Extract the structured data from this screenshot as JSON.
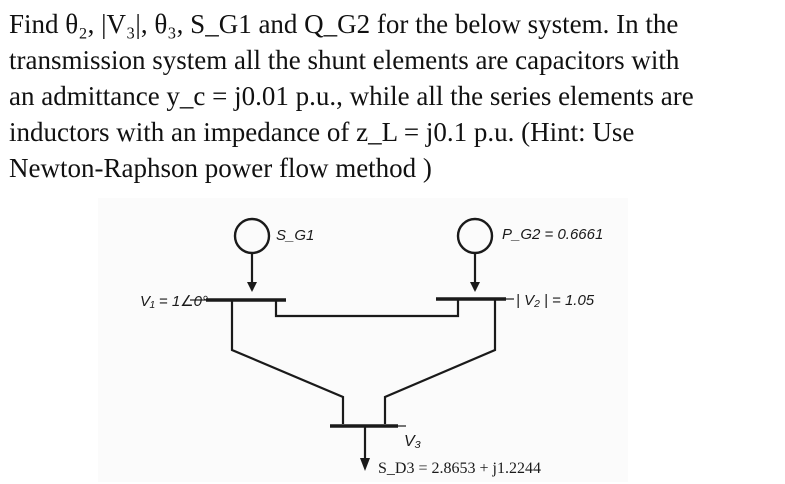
{
  "question": {
    "line1": "Find θ₂, |V₃|, θ₃, S_G1 and Q_G2 for the below system. In the",
    "line2": "transmission system all the shunt elements are capacitors with",
    "line3": "an admittance y_c = j0.01 p.u., while all the series elements are",
    "line4": "inductors with an impedance of z_L = j0.1 p.u. (Hint: Use",
    "line5": "Newton-Raphson power flow method )"
  },
  "diagram": {
    "bus1_label": "V₁ = 1∠0°",
    "gen1_label": "S_G1",
    "gen2_label": "P_G2 = 0.6661",
    "bus2_label": "| V₂ | = 1.05",
    "bus3_label": "V₃",
    "load3_label": "S_D3 = 2.8653 + j1.2244"
  }
}
